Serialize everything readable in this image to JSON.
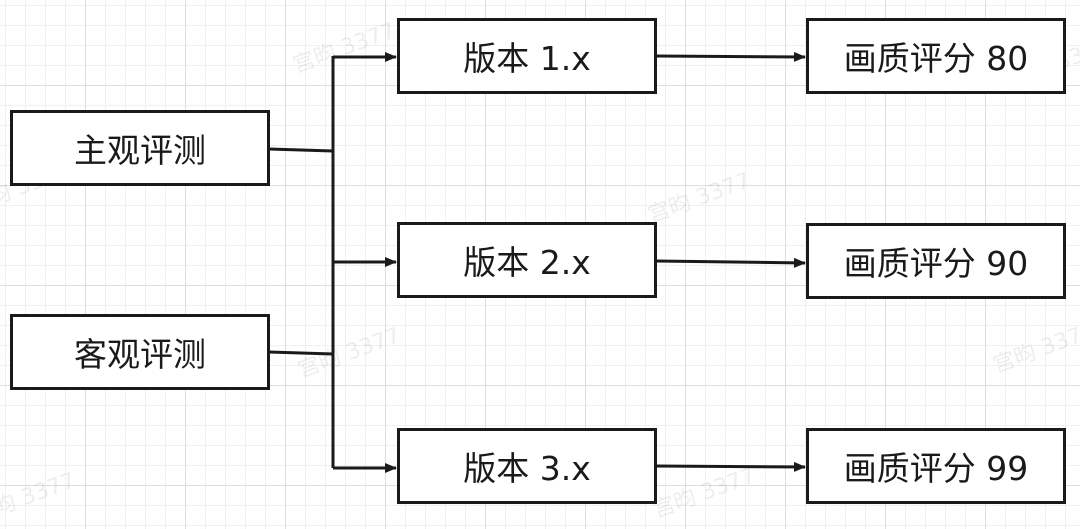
{
  "diagram": {
    "sources": [
      {
        "label": "主观评测"
      },
      {
        "label": "客观评测"
      }
    ],
    "versions": [
      {
        "label": "版本 1.x"
      },
      {
        "label": "版本 2.x"
      },
      {
        "label": "版本 3.x"
      }
    ],
    "scores": [
      {
        "label": "画质评分 80"
      },
      {
        "label": "画质评分 90"
      },
      {
        "label": "画质评分 99"
      }
    ]
  },
  "watermark": {
    "text": "宫昀 3377"
  },
  "colors": {
    "stroke": "#1a1a1a",
    "grid": "#dedede",
    "background": "#ffffff"
  }
}
